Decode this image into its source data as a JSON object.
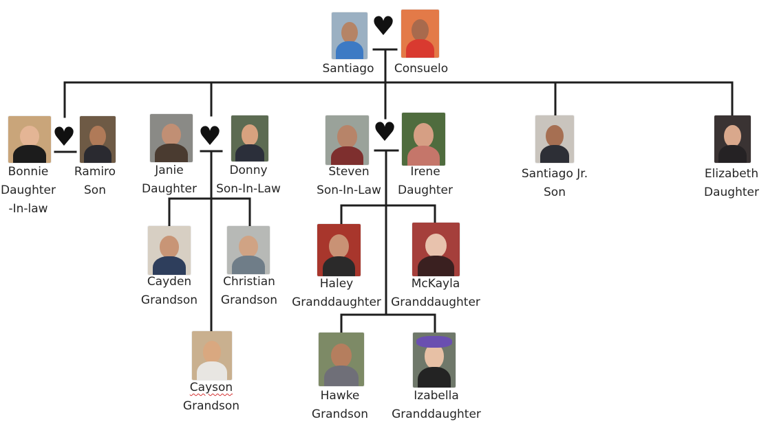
{
  "colors": {
    "line": "#1e1e1e",
    "heart": "#111111",
    "text": "#252525",
    "spell_underline": "#d43030"
  },
  "icons": {
    "heart": "heart-icon"
  },
  "people": {
    "santiago": {
      "name": "Santiago",
      "role": ""
    },
    "consuelo": {
      "name": "Consuelo",
      "role": ""
    },
    "bonnie": {
      "name": "Bonnie",
      "role": "Daughter",
      "role2": "-In-law"
    },
    "ramiro": {
      "name": "Ramiro",
      "role": "Son"
    },
    "janie": {
      "name": "Janie",
      "role": "Daughter"
    },
    "donny": {
      "name": "Donny",
      "role": "Son-In-Law"
    },
    "steven": {
      "name": "Steven",
      "role": "Son-In-Law"
    },
    "irene": {
      "name": "Irene",
      "role": "Daughter"
    },
    "santiago_jr": {
      "name": "Santiago Jr.",
      "role": "Son"
    },
    "elizabeth": {
      "name": "Elizabeth",
      "role": "Daughter"
    },
    "cayden": {
      "name": "Cayden",
      "role": "Grandson"
    },
    "christian": {
      "name": "Christian",
      "role": "Grandson"
    },
    "cayson": {
      "name": "Cayson",
      "role": "Grandson"
    },
    "haley": {
      "name": "Haley",
      "role": "Granddaughter"
    },
    "mckayla": {
      "name": "McKayla",
      "role": "Granddaughter"
    },
    "hawke": {
      "name": "Hawke",
      "role": "Grandson"
    },
    "izabella": {
      "name": "Izabella",
      "role": "Granddaughter"
    }
  }
}
